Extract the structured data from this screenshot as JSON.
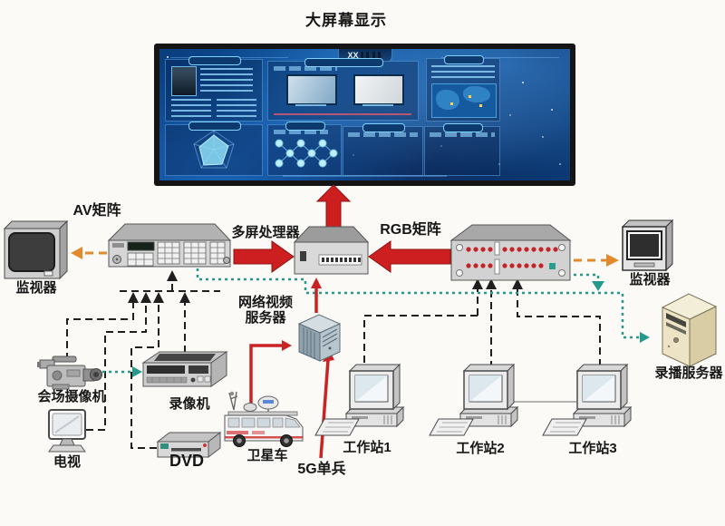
{
  "title": "大屏幕显示",
  "screen": {
    "header_prefix": "XX"
  },
  "labels": {
    "monitor_left": "监视器",
    "av_matrix": "AV矩阵",
    "multi_processor": "多屏处理器",
    "rgb_matrix": "RGB矩阵",
    "monitor_right": "监视器",
    "network_video_server_line1": "网络视频",
    "network_video_server_line2": "服务器",
    "recording_server": "录播服务器",
    "venue_camera": "会场摄像机",
    "vcr": "录像机",
    "tv": "电视",
    "dvd": "DVD",
    "satellite_van": "卫星车",
    "sg_soldier": "5G单兵",
    "workstation1": "工作站1",
    "workstation2": "工作站2",
    "workstation3": "工作站3"
  },
  "colors": {
    "video_arrow_red": "#c92323",
    "monitor_feed_orange": "#e2892b",
    "network_teal": "#27998c",
    "source_cable_black": "#1f1f1f",
    "screen_blue": "#0e56a2"
  }
}
